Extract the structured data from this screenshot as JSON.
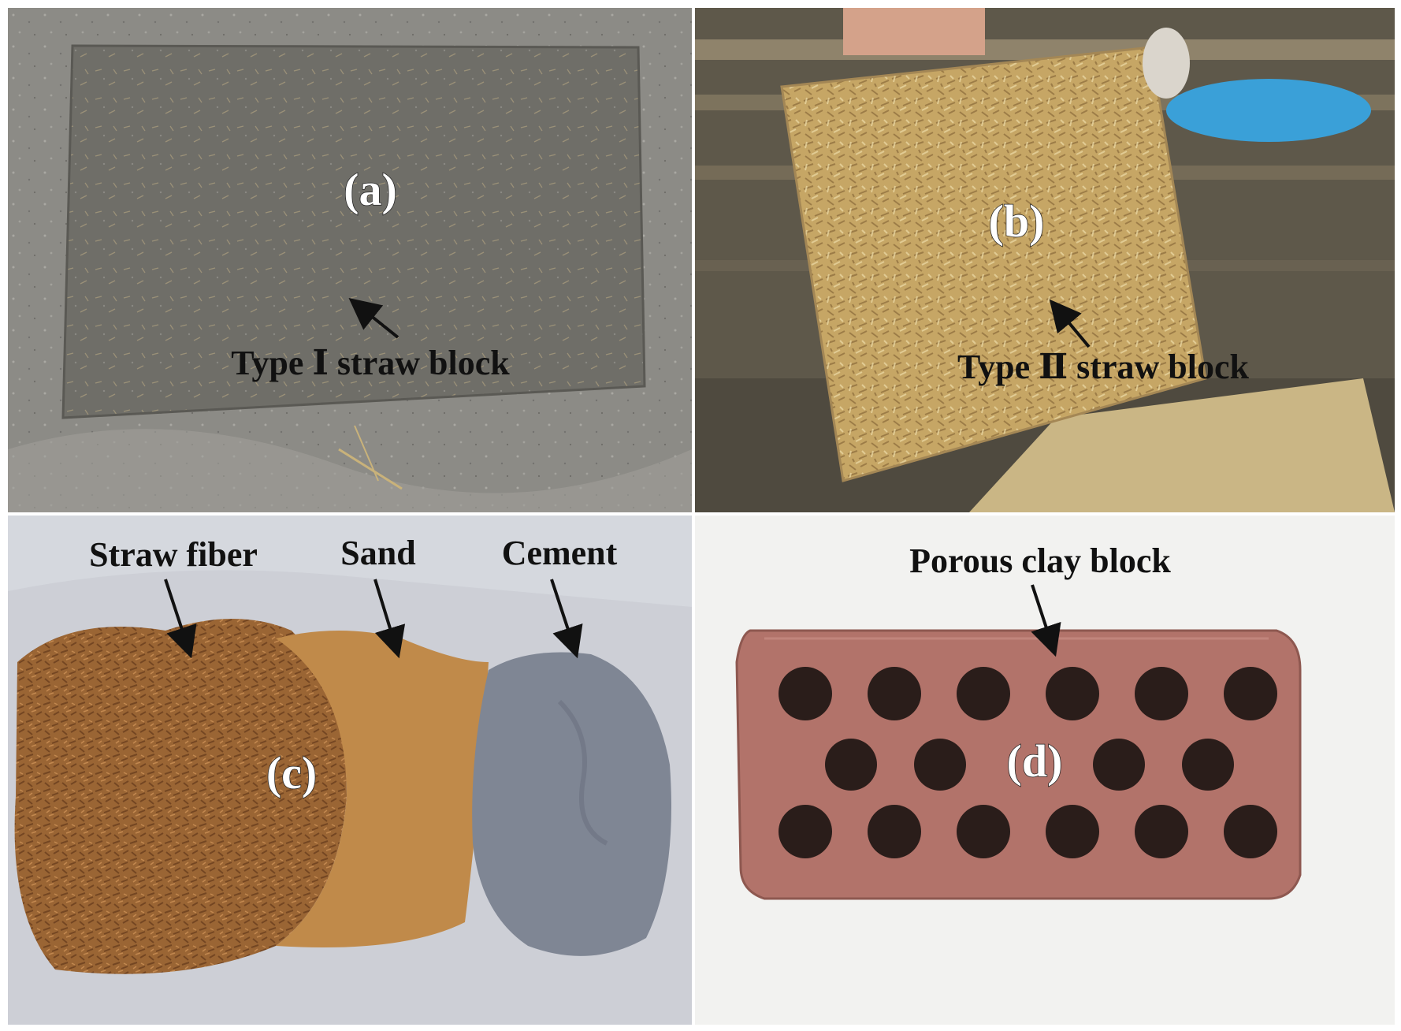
{
  "panels": {
    "a": {
      "letter": "(a)",
      "caption": "Type Ⅰ straw block"
    },
    "b": {
      "letter": "(b)",
      "caption": "Type Ⅱ straw block"
    },
    "c": {
      "letter": "(c)",
      "labels": [
        "Straw fiber",
        "Sand",
        "Cement"
      ]
    },
    "d": {
      "letter": "(d)",
      "caption": "Porous clay block"
    }
  },
  "colors": {
    "concrete_floor": "#8c8b86",
    "grey_block": "#6f6e68",
    "straw_block": "#c6a665",
    "straw_dark": "#8a6a3a",
    "sand": "#c08a4a",
    "straw_fiber": "#9a6534",
    "cement": "#7f8694",
    "clay_brick": "#b2736a",
    "brick_hole": "#2a1d1a"
  },
  "icons": [
    "arrow-icon"
  ]
}
